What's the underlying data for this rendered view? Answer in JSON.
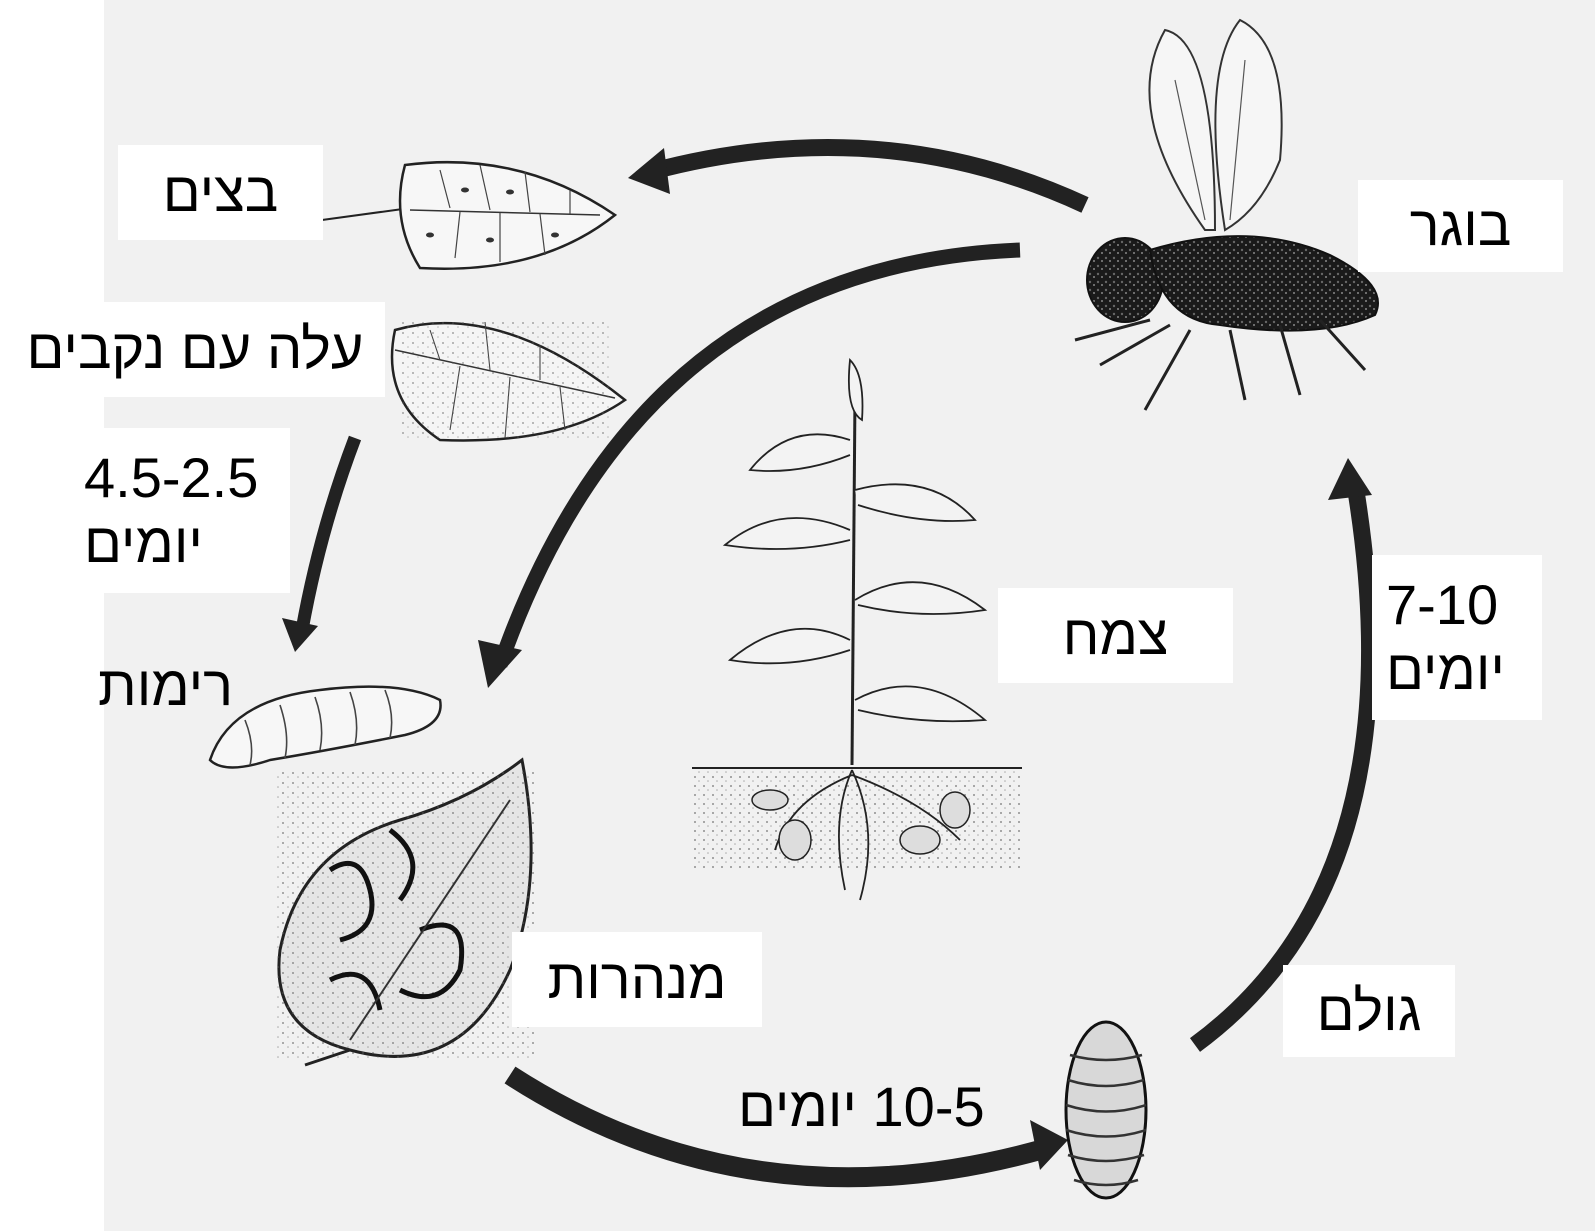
{
  "labels": {
    "eggs": "בצים",
    "adult": "בוגר",
    "leaf_with_punctures": "עלה עם נקבים",
    "egg_duration_value": "4.5-2.5",
    "egg_duration_unit": "יומים",
    "larvae": "רימות",
    "plant": "צמח",
    "pupa_duration_value": "7-10",
    "pupa_duration_unit": "יומים",
    "mines": "מנהרות",
    "pupa": "גולם",
    "larva_duration": "10-5 יומים"
  },
  "colors": {
    "background": "#f1f1f1",
    "label_background": "#ffffff",
    "arrow": "#222222",
    "ink": "#111111"
  }
}
